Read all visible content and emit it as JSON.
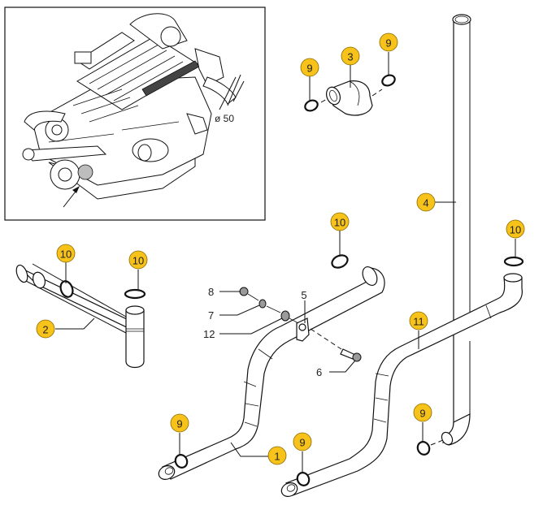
{
  "title": "Exhaust / raw water hose kit exploded view",
  "inset": {
    "description": "engine overview",
    "dimension_label": "ø 50",
    "arrow": "points to connection on engine"
  },
  "colors": {
    "callout_fill": "#f7c21a",
    "callout_stroke": "#8a6a00",
    "line": "#111111",
    "background": "#ffffff"
  },
  "callouts": [
    {
      "id": "c1",
      "number": "1",
      "part": "Hose assembly (long)"
    },
    {
      "id": "c2",
      "number": "2",
      "part": "Y-pipe"
    },
    {
      "id": "c3",
      "number": "3",
      "part": "Elbow connector"
    },
    {
      "id": "c4",
      "number": "4",
      "part": "Straight pipe"
    },
    {
      "id": "c9a",
      "number": "9",
      "part": "Hose clamp"
    },
    {
      "id": "c9b",
      "number": "9",
      "part": "Hose clamp"
    },
    {
      "id": "c9c",
      "number": "9",
      "part": "Hose clamp"
    },
    {
      "id": "c9d",
      "number": "9",
      "part": "Hose clamp"
    },
    {
      "id": "c9e",
      "number": "9",
      "part": "Hose clamp"
    },
    {
      "id": "c10a",
      "number": "10",
      "part": "Hose clamp"
    },
    {
      "id": "c10b",
      "number": "10",
      "part": "Hose clamp"
    },
    {
      "id": "c10c",
      "number": "10",
      "part": "Hose clamp"
    },
    {
      "id": "c10d",
      "number": "10",
      "part": "Hose clamp"
    },
    {
      "id": "c11",
      "number": "11",
      "part": "Hose assembly (second)"
    }
  ],
  "plain_labels": [
    {
      "id": "l5",
      "number": "5",
      "part": "Bracket"
    },
    {
      "id": "l6",
      "number": "6",
      "part": "Bolt"
    },
    {
      "id": "l7",
      "number": "7",
      "part": "Washer"
    },
    {
      "id": "l8",
      "number": "8",
      "part": "Nut"
    },
    {
      "id": "l12",
      "number": "12",
      "part": "Washer"
    }
  ]
}
